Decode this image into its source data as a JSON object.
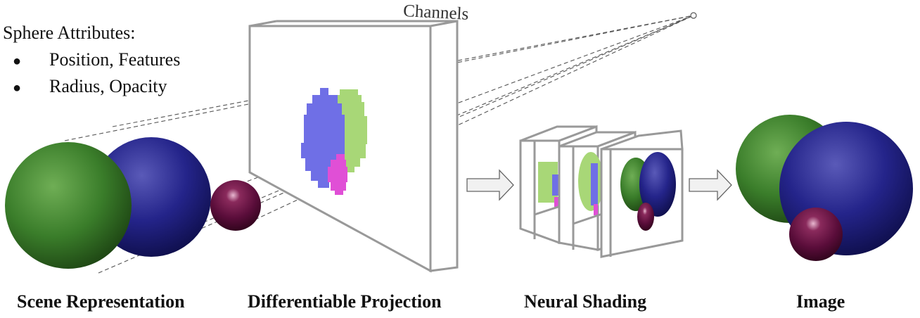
{
  "sphere_attributes": {
    "title": "Sphere Attributes:",
    "items": [
      "Position, Features",
      "Radius, Opacity"
    ]
  },
  "channels_label": "Channels",
  "captions": {
    "scene": "Scene Representation",
    "projection": "Differentiable Projection",
    "shading": "Neural Shading",
    "image": "Image"
  },
  "colors": {
    "green": "#3f7f2c",
    "blue": "#1f1f7a",
    "purple": "#5a0d3a",
    "proj_blue": "#6f6fe6",
    "proj_green": "#a8d777",
    "proj_pink": "#e04fd6",
    "frame": "#9a9a9a",
    "arrow_fill": "#f1f1f1"
  }
}
